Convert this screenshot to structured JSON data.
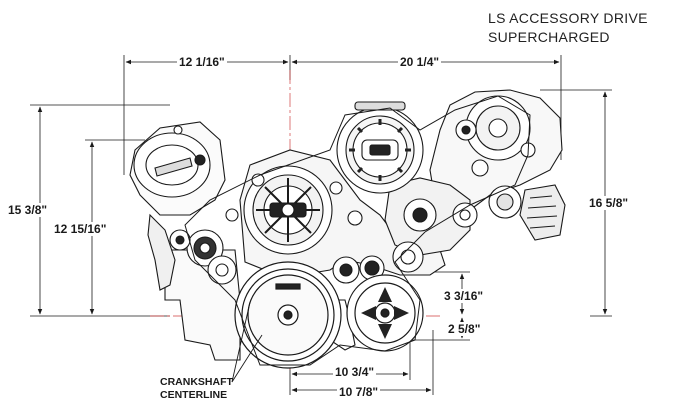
{
  "title": {
    "line1": "LS ACCESSORY DRIVE",
    "line2": "SUPERCHARGED"
  },
  "dimensions": {
    "top_left": "12 1/16\"",
    "top_right": "20 1/4\"",
    "left_outer": "15 3/8\"",
    "left_inner": "12 15/16\"",
    "right": "16 5/8\"",
    "mid_upper": "3 3/16\"",
    "mid_lower": "2 5/8\"",
    "bottom_upper": "10 3/4\"",
    "bottom_lower": "10 7/8\""
  },
  "callout": {
    "line1": "CRANKSHAFT",
    "line2": "CENTERLINE"
  },
  "colors": {
    "ink": "#1a1a1a",
    "centerline": "#d04040",
    "paper": "#ffffff"
  }
}
